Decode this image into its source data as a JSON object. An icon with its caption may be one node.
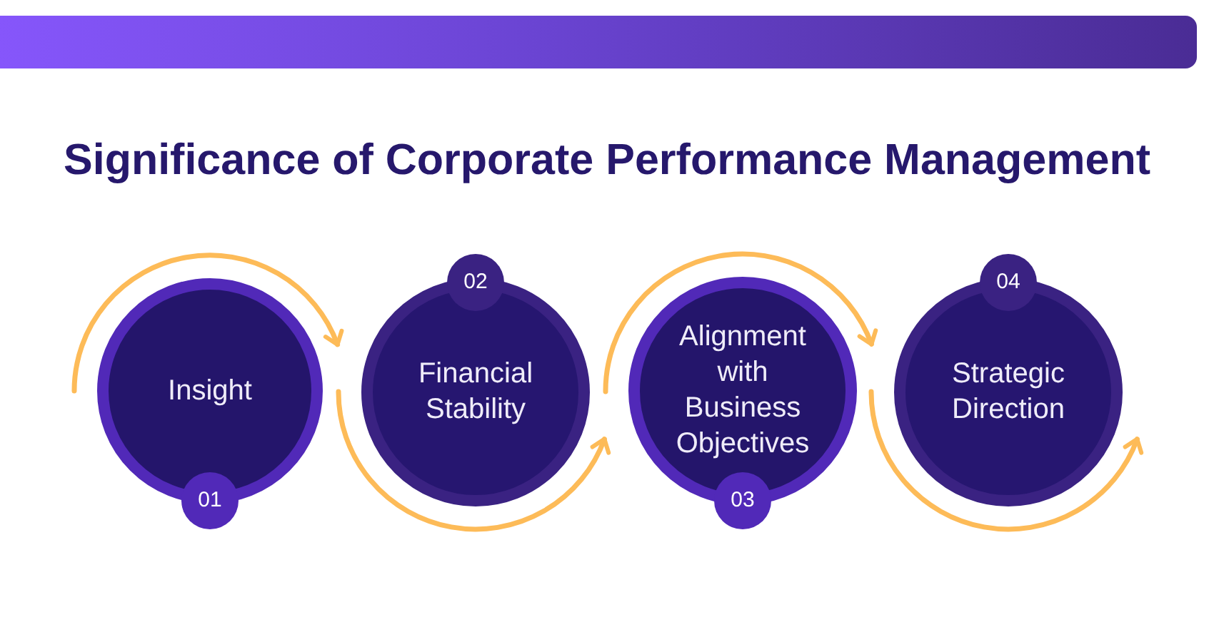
{
  "diagram": {
    "title": "Significance of Corporate Performance Management",
    "nodes": [
      {
        "text": [
          "Insight"
        ]
      },
      {
        "text": [
          "01"
        ]
      },
      {
        "text": [
          "Financial Stability"
        ]
      },
      {
        "text": [
          "02"
        ]
      },
      {
        "text": [
          "Alignment with Business Objectives"
        ]
      },
      {
        "text": [
          "03"
        ]
      },
      {
        "text": [
          "Strategic Direction"
        ]
      },
      {
        "text": [
          "04"
        ]
      }
    ],
    "edges": [
      {
        "from": null,
        "to": 0,
        "arrow": "to"
      },
      {
        "from": 0,
        "to": 2,
        "arrow": "to"
      },
      {
        "from": 2,
        "to": 4,
        "arrow": "to"
      },
      {
        "from": 4,
        "to": 6,
        "arrow": "to"
      }
    ]
  }
}
